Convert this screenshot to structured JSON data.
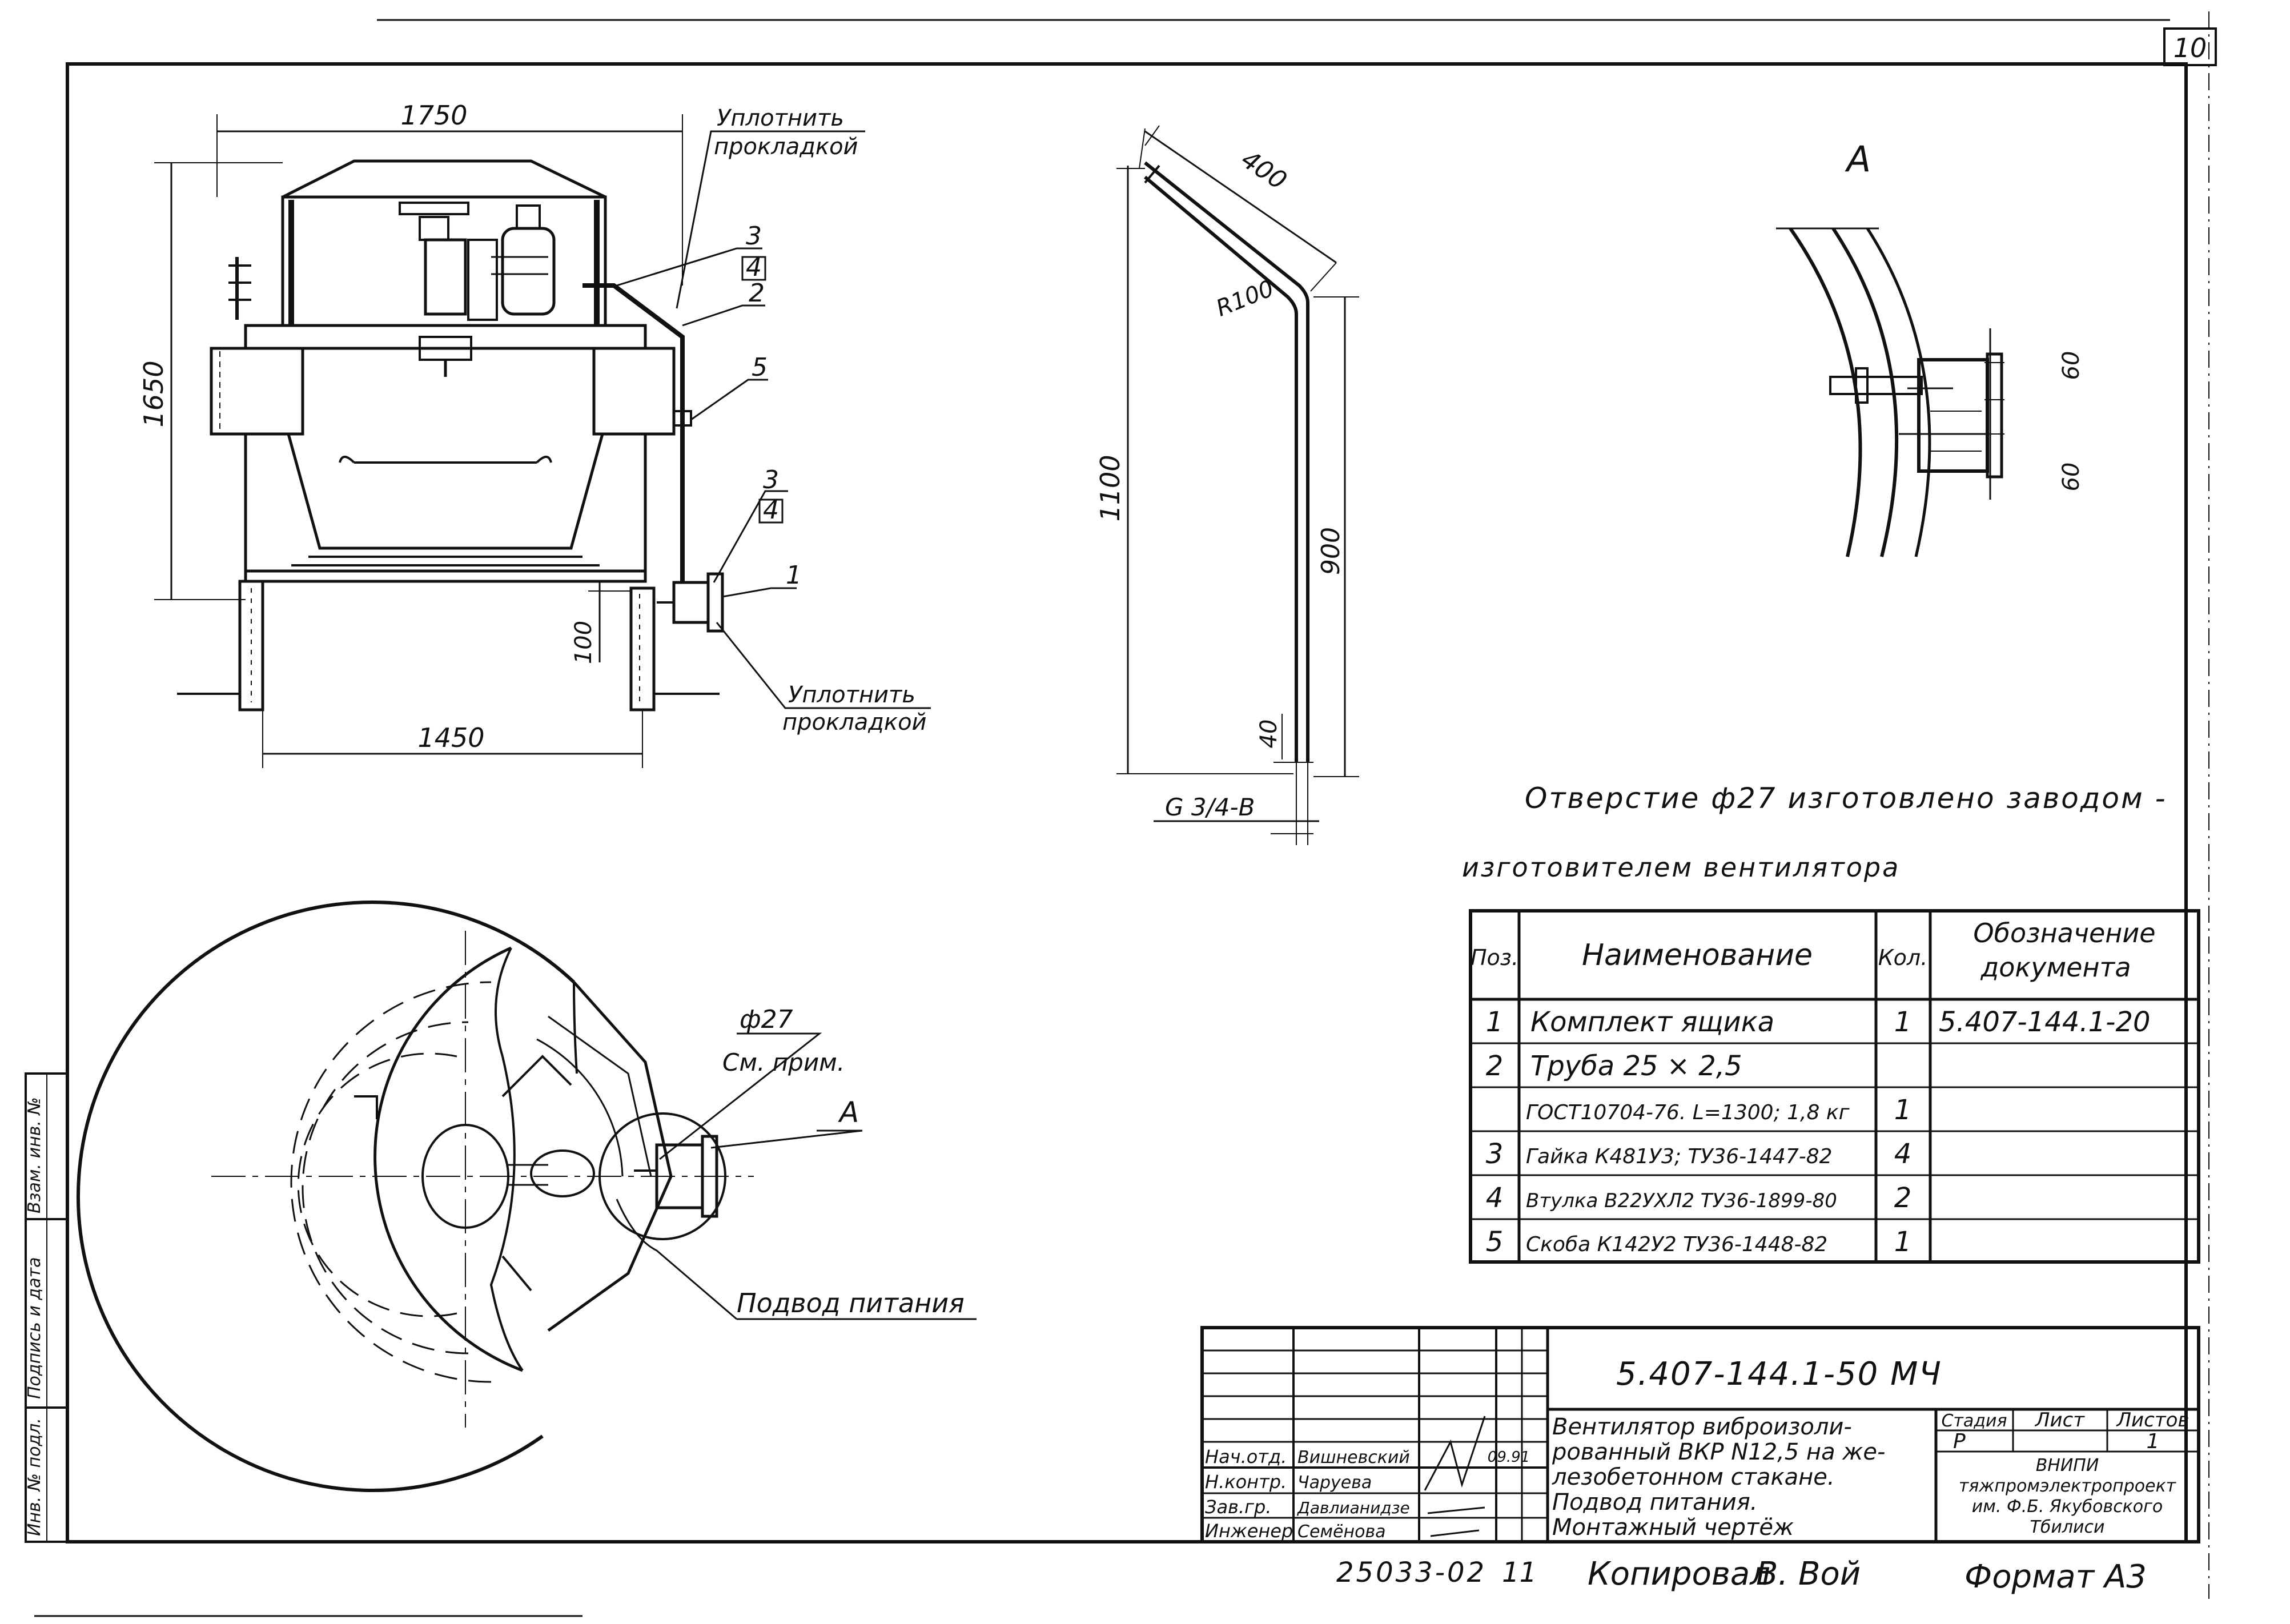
{
  "sheet": {
    "page_number": "10",
    "copied_by": "Копировал",
    "copier_signature": "В. Вой",
    "format": "Формат А3",
    "archive_code": "25033-02",
    "archive_sheet": "11"
  },
  "side_stamp": {
    "col1": "Инв. № подл.",
    "col2": "Подпись и дата",
    "col3": "Взам. инв. №"
  },
  "elevation_view": {
    "dim_width_top": "1750",
    "dim_height": "1650",
    "dim_base": "100",
    "dim_width_bottom": "1450",
    "note_top_line1": "Уплотнить",
    "note_top_line2": "прокладкой",
    "note_bottom_line1": "Уплотнить",
    "note_bottom_line2": "прокладкой",
    "pos_3a": "3",
    "pos_4a": "4",
    "pos_2": "2",
    "pos_5": "5",
    "pos_3b": "3",
    "pos_4b": "4",
    "pos_1": "1"
  },
  "pipe_view": {
    "dim_400": "400",
    "dim_r100": "R100",
    "dim_1100": "1100",
    "dim_900": "900",
    "dim_40": "40",
    "thread": "G 3/4-B"
  },
  "detail_a": {
    "title": "А",
    "dim_60a": "60",
    "dim_60b": "60"
  },
  "plan_view": {
    "hole_dim": "ф27",
    "hole_note": "См. прим.",
    "detail_ref": "А",
    "supply_note": "Подвод питания"
  },
  "note": {
    "line1": "Отверстие ф27 изготовлено заводом -",
    "line2": "изготовителем вентилятора"
  },
  "spec_table": {
    "headers": {
      "pos": "Поз.",
      "name": "Наименование",
      "qty": "Кол.",
      "doc_line1": "Обозначение",
      "doc_line2": "документа"
    },
    "rows": [
      {
        "pos": "1",
        "name": "Комплект ящика",
        "qty": "1",
        "doc": "5.407-144.1-20"
      },
      {
        "pos": "2",
        "name": "Труба  25 × 2,5",
        "qty": "",
        "doc": ""
      },
      {
        "pos": "",
        "name": "ГОСТ10704-76. L=1300; 1,8 кг",
        "qty": "1",
        "doc": ""
      },
      {
        "pos": "3",
        "name": "Гайка К481У3; ТУ36-1447-82",
        "qty": "4",
        "doc": ""
      },
      {
        "pos": "4",
        "name": "Втулка В22УХЛ2 ТУ36-1899-80",
        "qty": "2",
        "doc": ""
      },
      {
        "pos": "5",
        "name": "Скоба К142У2 ТУ36-1448-82",
        "qty": "1",
        "doc": ""
      }
    ]
  },
  "title_block": {
    "designation": "5.407-144.1-50 МЧ",
    "description": [
      "Вентилятор виброизоли-",
      "рованный ВКР N12,5 на же-",
      "лезобетонном стакане.",
      "Подвод питания.",
      "Монтажный чертёж"
    ],
    "stage_header": "Стадия",
    "sheet_header": "Лист",
    "sheets_header": "Листов",
    "stage": "Р",
    "sheet_no": "1",
    "org": [
      "ВНИПИ",
      "тяжпромэлектропроект",
      "им. Ф.Б. Якубовского",
      "Тбилиси"
    ],
    "date": "09.91",
    "signatures": [
      {
        "role": "Нач.отд.",
        "name": "Вишневский"
      },
      {
        "role": "Н.контр.",
        "name": "Чаруева"
      },
      {
        "role": "Зав.гр.",
        "name": "Давлианидзе"
      },
      {
        "role": "Инженер",
        "name": "Семёнова"
      }
    ]
  }
}
